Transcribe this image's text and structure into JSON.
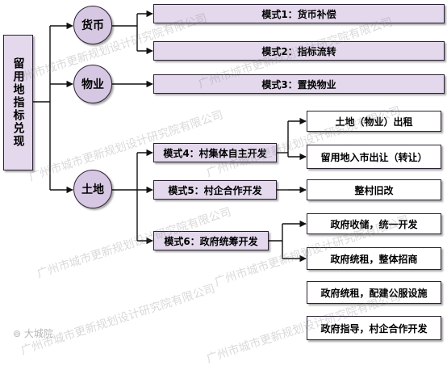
{
  "root": {
    "label": "留用地指标兑现"
  },
  "categories": {
    "currency": "货币",
    "property": "物业",
    "land": "土地"
  },
  "modes": {
    "m1": "模式1：货币补偿",
    "m2": "模式2：指标流转",
    "m3": "模式3：置换物业",
    "m4": "模式4：村集体自主开发",
    "m5": "模式5：村企合作开发",
    "m6": "模式6：政府统筹开发"
  },
  "sub_options": {
    "m4_a": "土地（物业）出租",
    "m4_b": "留用地入市出让（转让）",
    "m5_a": "整村旧改",
    "m6_a": "政府收储，统一开发",
    "m6_b": "政府统租，整体招商",
    "m6_c": "政府统租，配建公服设施",
    "m6_d": "政府指导，村企合作开发"
  },
  "watermark": "广州市城市更新规划设计研究院有限公司",
  "logo_text": "大城院"
}
